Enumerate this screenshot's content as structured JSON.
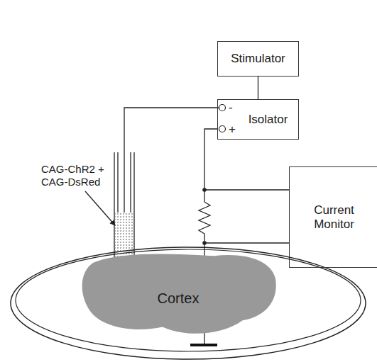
{
  "diagram": {
    "nodes": [
      {
        "text": [
          "Stimulator"
        ]
      },
      {
        "text": [
          "-",
          "Isolator",
          "+"
        ]
      },
      {
        "text": [
          "Current Monitor"
        ]
      },
      {
        "text": [
          "Cortex"
        ]
      }
    ],
    "edges": [
      {
        "from": 0,
        "to": 1,
        "arrow": "none"
      },
      {
        "from": 1,
        "to": 2,
        "arrow": "none"
      }
    ],
    "labels": [
      "CAG-ChR2 + CAG-DsRed"
    ]
  }
}
